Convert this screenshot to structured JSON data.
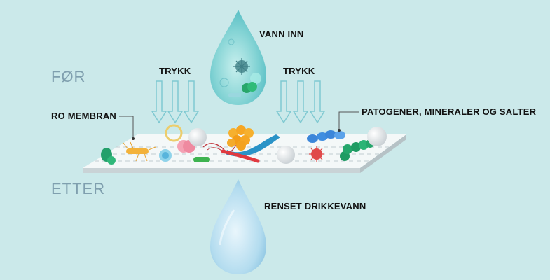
{
  "labels": {
    "before": "FØR",
    "after": "ETTER",
    "water_in": "VANN INN",
    "pressure_left": "TRYKK",
    "pressure_right": "TRYKK",
    "membrane": "RO MEMBRAN",
    "contaminants": "PATOGENER, MINERALER OG SALTER",
    "clean_water": "RENSET DRIKKEVANN"
  },
  "icons": [
    "water-drop-dirty-icon",
    "water-drop-clean-icon",
    "pressure-arrow-icon",
    "virus-icon",
    "bacteria-icon",
    "mineral-ball-icon"
  ],
  "colors": {
    "background": "#cbe9ea",
    "membrane_top": "#f3f7f7",
    "membrane_side": "#c9d3d6",
    "arrow": "#7fc9d1",
    "drop_dirty": "#5cc3c9",
    "drop_clean": "#8fc7e4"
  }
}
